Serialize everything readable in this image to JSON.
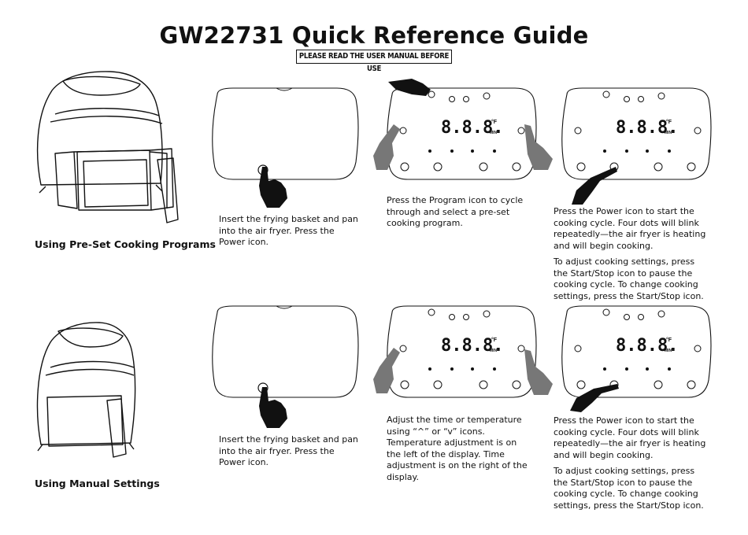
{
  "header": {
    "title": "GW22731 Quick Reference Guide",
    "subtitle": "PLEASE READ THE USER MANUAL BEFORE USE"
  },
  "sections": {
    "preset": {
      "label": "Using Pre-Set Cooking Programs",
      "step1": "Insert the frying basket and pan into the air fryer. Press the Power icon.",
      "step2": "Press the Program icon to cycle through and select a pre-set cooking program.",
      "step3a": "Press the Power icon to start the cooking cycle. Four dots will blink repeatedly—the air fryer is heating and will begin cooking.",
      "step3b": "To adjust cooking settings, press the Start/Stop icon to pause the cooking cycle. To change cooking settings, press the Start/Stop icon."
    },
    "manual": {
      "label": "Using Manual Settings",
      "step1": "Insert the frying basket and pan into the air fryer. Press the Power icon.",
      "step2": "Adjust the time or temperature using “^” or “v” icons. Temperature adjustment is on the left of the display. Time adjustment is on the right of the display.",
      "step3a": "Press the Power icon to start the cooking cycle. Four dots will blink repeatedly—the air fryer is heating and will begin cooking.",
      "step3b": "To adjust cooking settings, press the Start/Stop icon to pause the cooking cycle. To change cooking settings, press the Start/Stop icon."
    }
  },
  "display": {
    "digits": "8.8.8.",
    "unit_temp": "°F",
    "unit_time": "MIN"
  }
}
